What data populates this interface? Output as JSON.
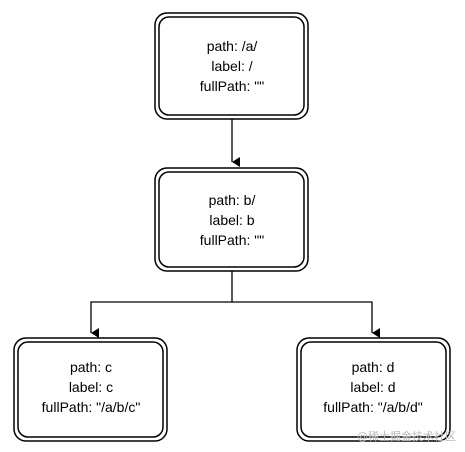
{
  "diagram": {
    "nodes": [
      {
        "id": "root",
        "lines": [
          "path: /a/",
          "label: /",
          "fullPath: \"\""
        ]
      },
      {
        "id": "b",
        "lines": [
          "path: b/",
          "label: b",
          "fullPath: \"\""
        ]
      },
      {
        "id": "c",
        "lines": [
          "path: c",
          "label: c",
          "fullPath: \"/a/b/c\""
        ]
      },
      {
        "id": "d",
        "lines": [
          "path: d",
          "label: d",
          "fullPath: \"/a/b/d\""
        ]
      }
    ],
    "edges": [
      {
        "from": "root",
        "to": "b"
      },
      {
        "from": "b",
        "to": "c"
      },
      {
        "from": "b",
        "to": "d"
      }
    ]
  },
  "watermark": "@稀土掘金技术社区"
}
